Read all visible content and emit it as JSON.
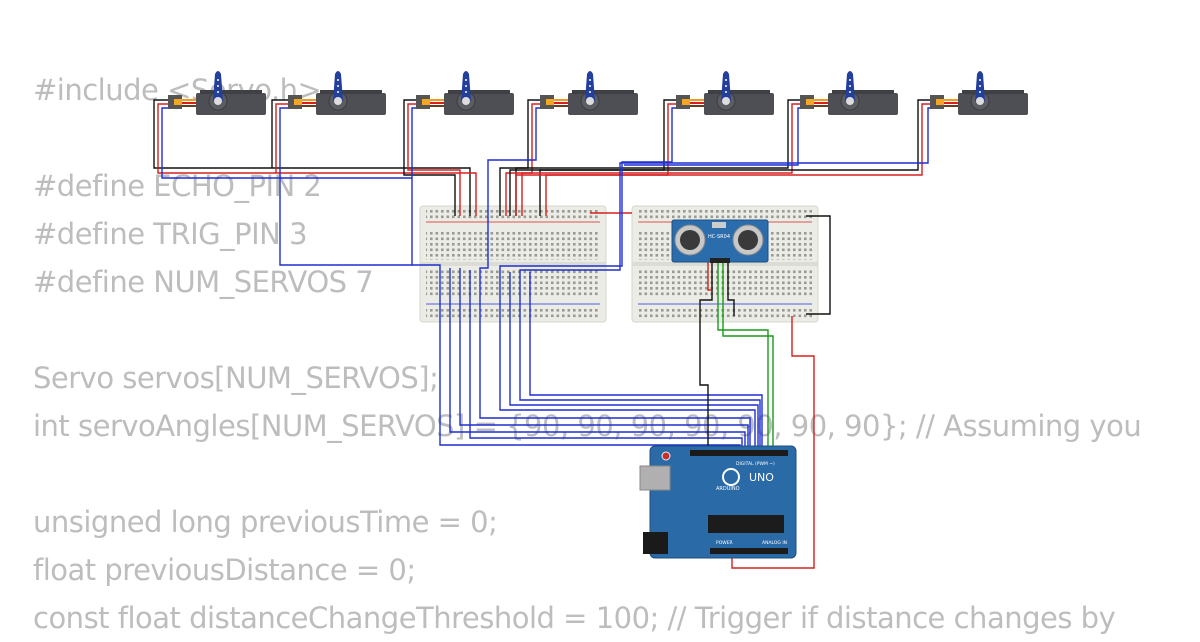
{
  "code_lines": [
    "#include <Servo.h>",
    "",
    "#define ECHO_PIN 2",
    "#define TRIG_PIN 3",
    "#define NUM_SERVOS 7",
    "",
    "Servo servos[NUM_SERVOS];",
    "int servoAngles[NUM_SERVOS] = {90, 90, 90, 90, 90, 90, 90}; // Assuming you",
    "",
    "unsigned long previousTime = 0;",
    "float previousDistance = 0;",
    "const float distanceChangeThreshold = 100; // Trigger if distance changes by"
  ],
  "arduino": {
    "model": "UNO",
    "brand": "ARDUINO",
    "digital_label": "DIGITAL (PWM ~)",
    "power_label": "POWER",
    "analog_label": "ANALOG IN"
  },
  "sensor": {
    "label": "HC-SR04"
  },
  "colors": {
    "wire_blue": "#1f2fd1",
    "wire_red": "#d62020",
    "wire_black": "#111111",
    "wire_green": "#1a9a1a",
    "board_blue": "#2a6aa6",
    "breadboard": "#ecece6",
    "servo_body": "#4d4f55",
    "servo_horn": "#233f9c"
  }
}
